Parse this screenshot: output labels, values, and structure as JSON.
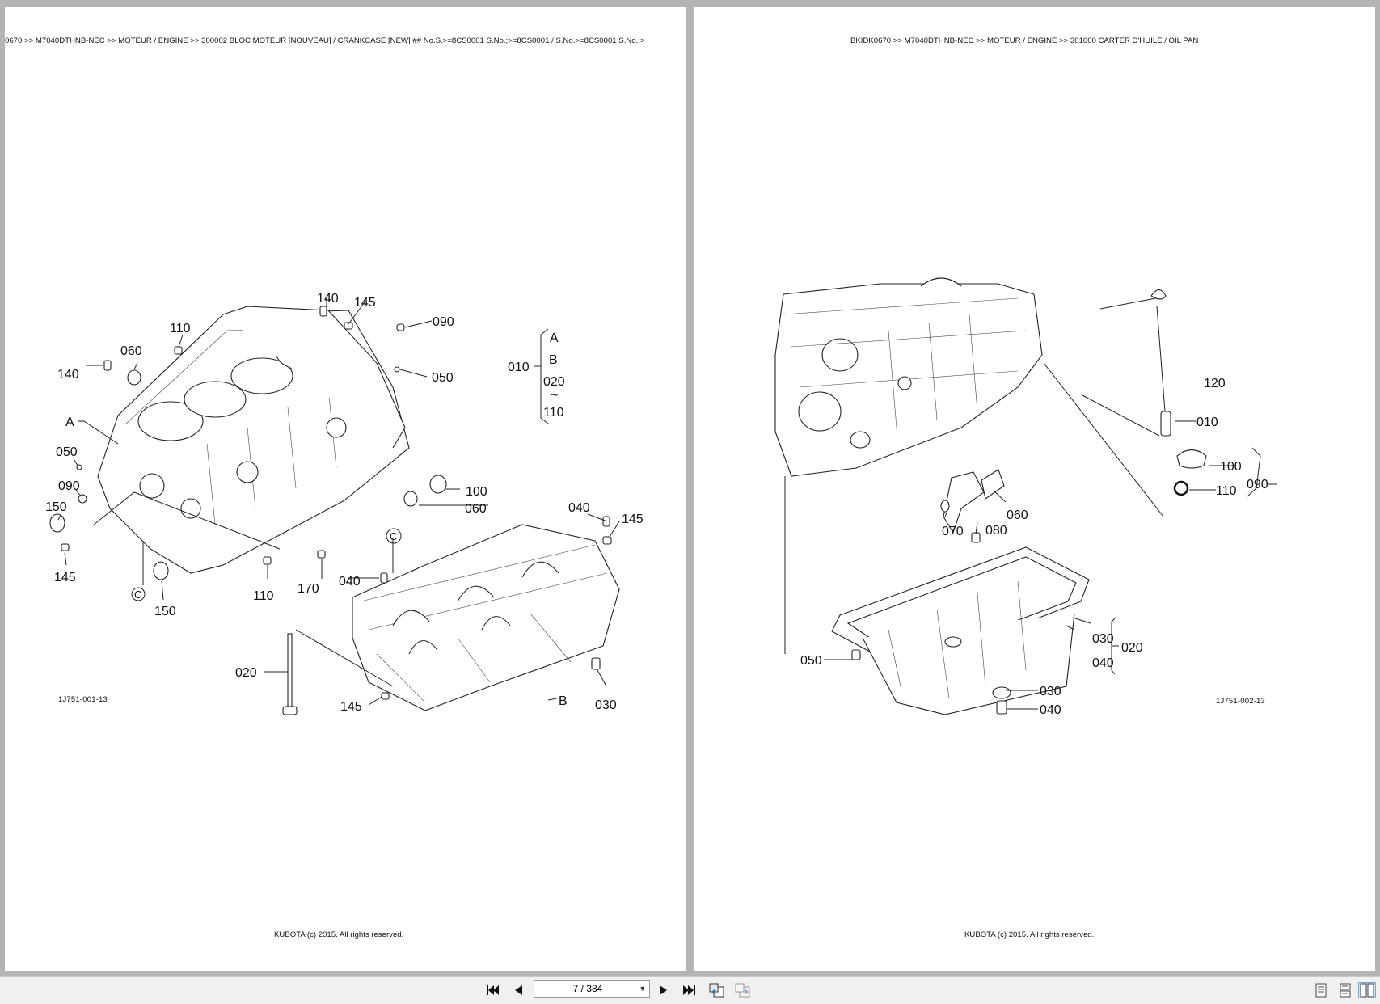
{
  "left_page": {
    "header": "0670 >> M7040DTHNB-NEC >> MOTEUR / ENGINE >> 300002   BLOC MOTEUR [NOUVEAU] / CRANKCASE [NEW] ## No.S.>=8CS0001 S.No.;>=8CS0001 / S.No.>=8CS0001 S.No.;>",
    "figure_code": "1J751-001-13",
    "footer": "KUBOTA (c) 2015. All rights reserved.",
    "callouts": {
      "c140a": "140",
      "c145a": "145",
      "c090a": "090",
      "c110a": "110",
      "c060a": "060",
      "c140b": "140",
      "c050a": "050",
      "cA": "A",
      "c050b": "050",
      "c090b": "090",
      "c150a": "150",
      "c145b": "145",
      "cCcircle1": "C",
      "c150b": "150",
      "c110b": "110",
      "c170": "170",
      "c100": "100",
      "c060b": "060",
      "c040a": "040",
      "c145c": "145",
      "cCcircle2": "C",
      "c040b": "040",
      "c020": "020",
      "c145d": "145",
      "cB": "B",
      "c030": "030",
      "legend_010": "010",
      "legend_A": "A",
      "legend_B": "B",
      "legend_020": "020",
      "legend_tilde": "~",
      "legend_110": "110"
    }
  },
  "right_page": {
    "header": "BKIDK0670 >> M7040DTHNB-NEC >> MOTEUR / ENGINE >> 301000   CARTER D'HUILE / OIL PAN",
    "figure_code": "1J751-002-13",
    "footer": "KUBOTA (c) 2015. All rights reserved.",
    "callouts": {
      "c120": "120",
      "c010": "010",
      "c100": "100",
      "c110": "110",
      "c090": "090",
      "c060": "060",
      "c070": "070",
      "c080": "080",
      "c050": "050",
      "c030a": "030",
      "c040a": "040",
      "c020": "020",
      "c030b": "030",
      "c040b": "040"
    }
  },
  "toolbar": {
    "page_indicator": "7 / 384",
    "icons": {
      "first": "skip-first-icon",
      "prev": "previous-page-icon",
      "next": "next-page-icon",
      "last": "skip-last-icon",
      "back": "go-back-icon",
      "forward": "go-forward-icon",
      "single": "single-page-view-icon",
      "continuous": "continuous-view-icon",
      "facing": "facing-pages-view-icon"
    }
  }
}
